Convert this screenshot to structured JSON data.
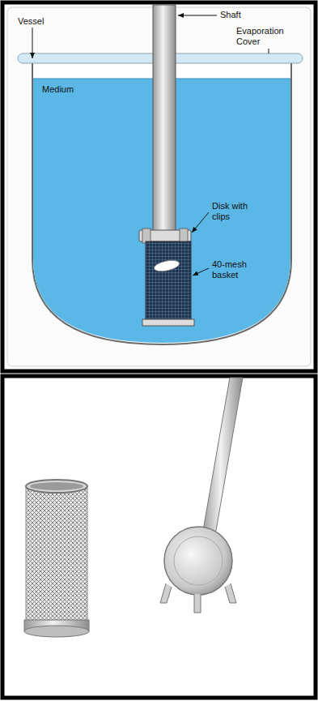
{
  "diagram": {
    "labels": [
      "Vessel",
      "Shaft",
      "Evaporation Cover",
      "Medium",
      "Disk with clips",
      "40-mesh basket"
    ]
  }
}
